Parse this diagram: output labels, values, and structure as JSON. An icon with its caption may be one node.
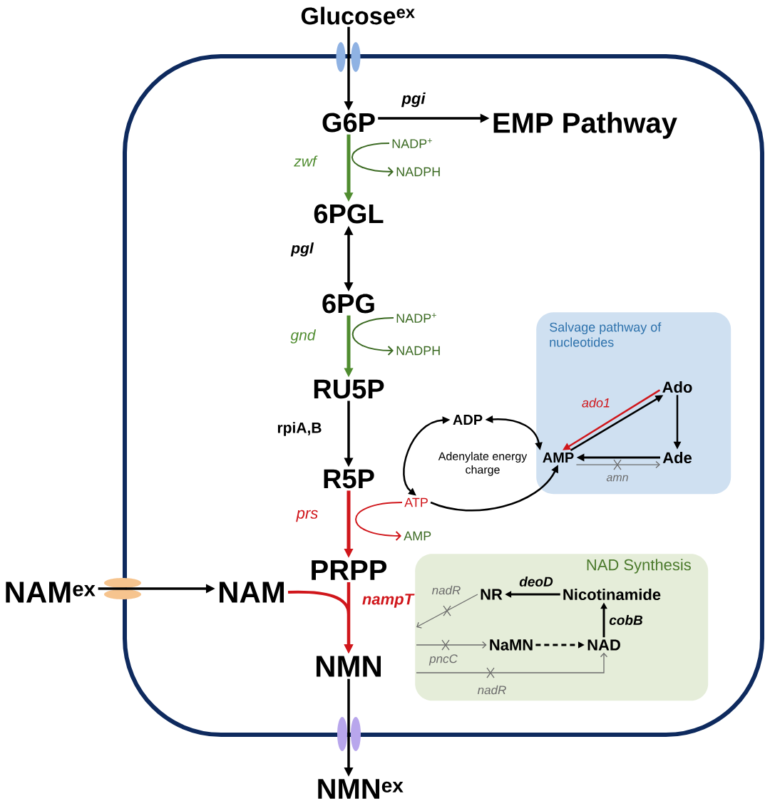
{
  "diagram": {
    "nodes": [
      {
        "text": [],
        "shape": "box"
      },
      {
        "text": [
          "Glucose$^{ex}$"
        ]
      },
      {
        "text": [
          "G6P"
        ],
        "in": 0
      },
      {
        "text": [
          "EMP Pathway"
        ],
        "in": 0
      },
      {
        "text": [
          "NADP$^{+}$"
        ],
        "in": 0
      },
      {
        "text": [
          "NADPH"
        ],
        "in": 0
      },
      {
        "text": [
          "6PGL"
        ],
        "in": 0
      },
      {
        "text": [
          "6PG"
        ],
        "in": 0
      },
      {
        "text": [
          "NADP$^{+}$"
        ],
        "in": 0
      },
      {
        "text": [
          "NADPH"
        ],
        "in": 0
      },
      {
        "text": [
          "Salvage pathway of nucleotides"
        ],
        "in": 0
      },
      {
        "text": [
          "Ado"
        ],
        "in": 10
      },
      {
        "text": [
          "RU5P"
        ],
        "in": 0
      },
      {
        "text": [
          "ADP"
        ],
        "in": 0
      },
      {
        "text": [
          "AMP"
        ],
        "in": 10
      },
      {
        "text": [
          "Ade"
        ],
        "in": 10
      },
      {
        "text": [
          "R5P"
        ],
        "in": 0
      },
      {
        "text": [
          "ATP"
        ],
        "in": 0
      },
      {
        "text": [
          "AMP"
        ],
        "in": 0
      },
      {
        "text": [
          "NAM$^{ex}$"
        ]
      },
      {
        "text": [
          "NAM"
        ],
        "in": 0
      },
      {
        "text": [
          "PRPP"
        ],
        "in": 0
      },
      {
        "text": [
          "NAD Synthesis"
        ],
        "in": 0
      },
      {
        "text": [
          "NR"
        ],
        "in": 22
      },
      {
        "text": [
          "Nicotinamide"
        ],
        "in": 22
      },
      {
        "text": [
          "NaMN"
        ],
        "in": 22
      },
      {
        "text": [
          "NAD"
        ],
        "in": 22
      },
      {
        "text": [
          "NMN"
        ],
        "in": 0
      },
      {
        "text": [
          "NMN$^{ex}$"
        ]
      }
    ],
    "edges": [
      {
        "from": 1,
        "to": 2,
        "arrow": "to"
      },
      {
        "from": 2,
        "to": 3,
        "arrow": "to",
        "label": "pgi"
      },
      {
        "from": 2,
        "to": 6,
        "arrow": "to",
        "label": "zwf",
        "color": "#4f8c2f"
      },
      {
        "from": 4,
        "to": 5,
        "arrow": "to",
        "color": "#3b6a22"
      },
      {
        "from": 6,
        "to": 7,
        "arrow": "both",
        "label": "pgl"
      },
      {
        "from": 7,
        "to": 12,
        "arrow": "to",
        "label": "gnd",
        "color": "#4f8c2f"
      },
      {
        "from": 8,
        "to": 9,
        "arrow": "to",
        "color": "#3b6a22"
      },
      {
        "from": 12,
        "to": 16,
        "arrow": "to",
        "label": "rpiA,B"
      },
      {
        "from": 16,
        "to": 21,
        "arrow": "to",
        "label": "prs",
        "color": "#d0161b"
      },
      {
        "from": 17,
        "to": 18,
        "arrow": "to",
        "color": "#d0161b"
      },
      {
        "from": 13,
        "to": 17,
        "arrow": "both"
      },
      {
        "from": 13,
        "to": 14,
        "arrow": "both"
      },
      {
        "from": 17,
        "to": 14,
        "arrow": "to"
      },
      {
        "from": 14,
        "to": 11,
        "arrow": "to"
      },
      {
        "from": 11,
        "to": 14,
        "arrow": "to",
        "label": "ado1",
        "color": "#d0161b"
      },
      {
        "from": 11,
        "to": 15,
        "arrow": "to"
      },
      {
        "from": 15,
        "to": 14,
        "arrow": "to"
      },
      {
        "from": 14,
        "to": 15,
        "arrow": "to",
        "label": "amn",
        "color": "#6b6b6b"
      },
      {
        "from": 19,
        "to": 20,
        "arrow": "to"
      },
      {
        "from": 20,
        "to": 27,
        "arrow": "to",
        "color": "#d0161b"
      },
      {
        "from": 21,
        "to": 27,
        "arrow": "to",
        "label": "nampT",
        "color": "#d0161b"
      },
      {
        "from": 27,
        "to": 28,
        "arrow": "to"
      },
      {
        "from": 24,
        "to": 23,
        "arrow": "to",
        "label": "deoD"
      },
      {
        "from": 26,
        "to": 24,
        "arrow": "to",
        "label": "cobB"
      },
      {
        "from": 25,
        "to": 26,
        "arrow": "to",
        "style": "dashed"
      },
      {
        "from": 23,
        "to": null,
        "arrow": "to",
        "label": "nadR",
        "color": "#6b6b6b"
      },
      {
        "from": null,
        "to": 25,
        "arrow": "to",
        "label": "pncC",
        "color": "#6b6b6b"
      },
      {
        "from": null,
        "to": 26,
        "arrow": "to",
        "label": "nadR",
        "color": "#6b6b6b"
      }
    ],
    "labels": [
      "Adenylate energy charge"
    ]
  }
}
